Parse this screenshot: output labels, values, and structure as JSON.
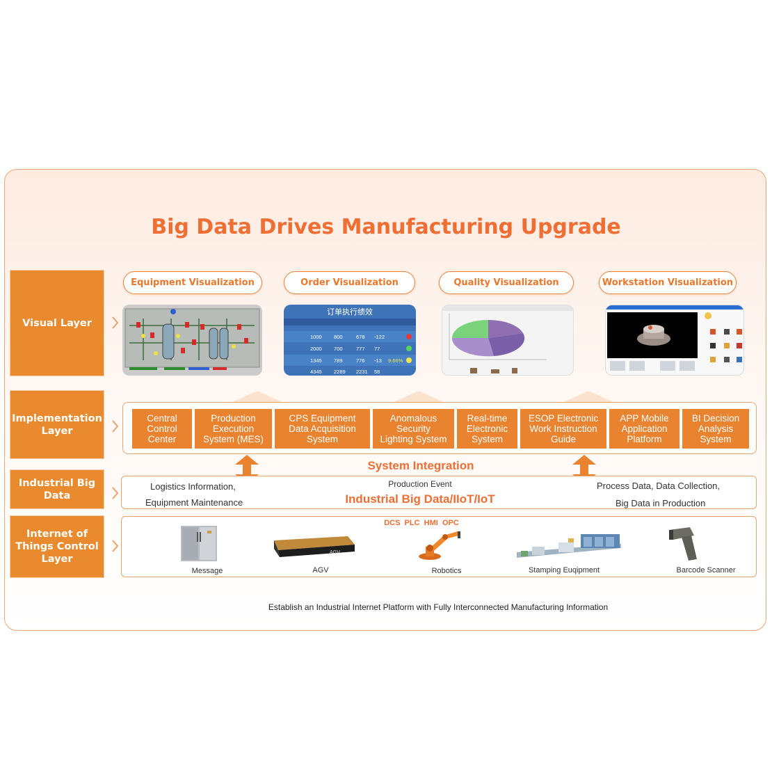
{
  "title": "Big Data Drives Manufacturing Upgrade",
  "layers": {
    "visual": "Visual Layer",
    "implementation": "Implementation\nLayer",
    "bigdata": "Industrial Big\nData",
    "iot": "Internet of\nThings Control\nLayer"
  },
  "visualizations": [
    "Equipment Visualization",
    "Order Visualization",
    "Quality Visualization",
    "Workstation Visualization"
  ],
  "order_screen": {
    "heading": "订单执行绩效",
    "rows": [
      [
        "1000",
        "800",
        "678",
        "-122"
      ],
      [
        "2000",
        "700",
        "777",
        "77"
      ],
      [
        "1345",
        "789",
        "776",
        "-13"
      ],
      [
        "4345",
        "2289",
        "2231",
        "58"
      ]
    ],
    "rate": "9.66%"
  },
  "implementation_items": [
    "Central\nControl\nCenter",
    "Production\nExecution\nSystem (MES)",
    "CPS Equipment\nData Acquisition\nSystem",
    "Anomalous\nSecurity\nLighting System",
    "Real-time\nElectronic\nSystem",
    "ESOP Electronic\nWork Instruction\nGuide",
    "APP Mobile\nApplication\nPlatform",
    "BI Decision\nAnalysis\nSystem"
  ],
  "system_integration": "System Integration",
  "bigdata": {
    "left_line1": "Logistics Information,",
    "left_line2": "Equipment Maintenance",
    "center_top": "Production Event",
    "center_main": "Industrial Big Data/IIoT/IoT",
    "right_line1": "Process Data, Data Collection,",
    "right_line2": "Big Data in Production"
  },
  "protocols": "DCS  PLC  HMI  OPC",
  "devices": [
    "Message",
    "AGV",
    "Robotics",
    "Stamping Euqipment",
    "Barcode Scanner"
  ],
  "footer": "Establish an Industrial Internet Platform with Fully Interconnected Manufacturing Information",
  "colors": {
    "accent": "#e9832f",
    "title": "#ee6e33",
    "border": "#e9a36c"
  },
  "icons": [
    "caret-right-icon",
    "double-arrow-icon",
    "refrigerator-icon",
    "agv-icon",
    "robot-arm-icon",
    "stamping-line-icon",
    "barcode-scanner-icon"
  ]
}
